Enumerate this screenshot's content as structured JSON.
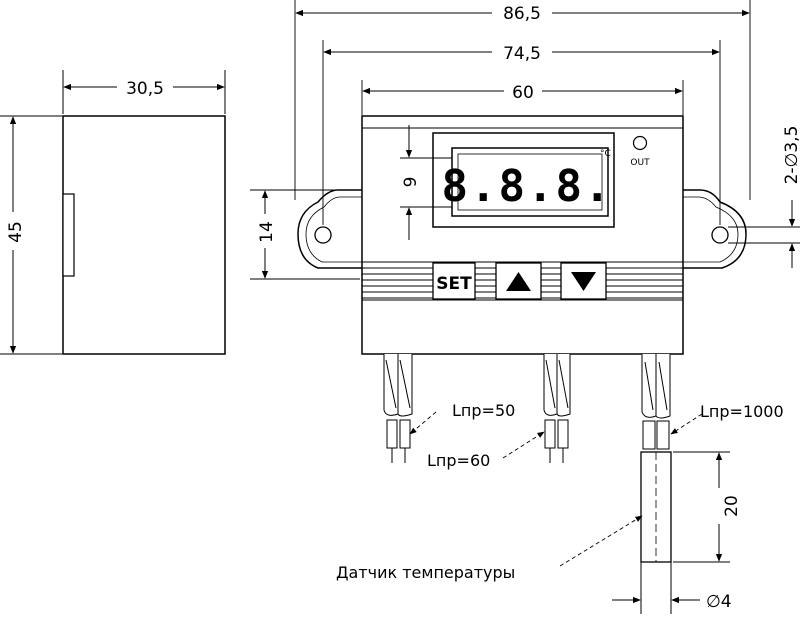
{
  "dimensions": {
    "overall_width": "86,5",
    "mounting_hole_spacing": "74,5",
    "body_width": "60",
    "side_depth": "30,5",
    "height": "45",
    "ear_height": "14",
    "display_height": "9",
    "hole_diameter": "2-∅3,5",
    "probe_length": "20",
    "probe_diameter": "∅4"
  },
  "display": {
    "digits": "8.8.8.",
    "unit": "°C",
    "out_label": "OUT"
  },
  "buttons": {
    "set": "SET"
  },
  "wires": {
    "left": "Lпр=50",
    "middle": "Lпр=60",
    "right": "Lпр=1000"
  },
  "sensor_label": "Датчик температуры"
}
